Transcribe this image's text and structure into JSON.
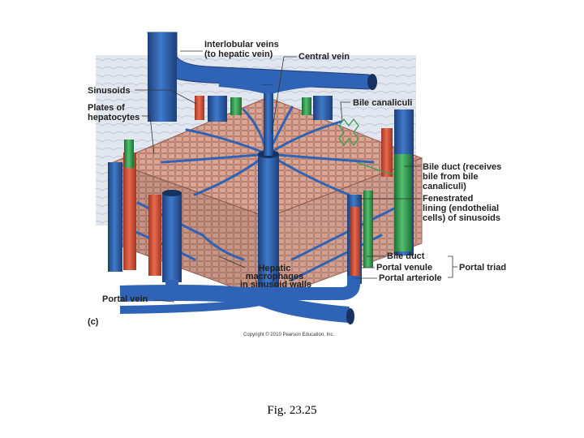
{
  "labels": {
    "interlobular_veins": [
      "Interlobular veins",
      "(to hepatic vein)"
    ],
    "central_vein": "Central vein",
    "sinusoids": "Sinusoids",
    "plates": [
      "Plates of",
      "hepatocytes"
    ],
    "bile_canaliculi": "Bile canaliculi",
    "bile_duct_receives": [
      "Bile duct (receives",
      "bile from bile",
      "canaliculi)"
    ],
    "fenestrated": [
      "Fenestrated",
      "lining (endothelial",
      "cells) of sinusoids"
    ],
    "bile_duct": "Bile duct",
    "portal_venule": "Portal venule",
    "portal_arteriole": "Portal arteriole",
    "portal_triad": "Portal triad",
    "hepatic_macrophages": [
      "Hepatic",
      "macrophages",
      "in sinusoid walls"
    ],
    "portal_vein": "Portal vein",
    "panel": "(c)",
    "copyright": "Copyright © 2010 Pearson Education, Inc."
  },
  "caption": "Fig. 23.25",
  "colors": {
    "vein": "#2f63b5",
    "vein_dark": "#1d3f7a",
    "artery": "#d9553a",
    "bile": "#3aa055",
    "tissue": "#c98f7e",
    "tissue_light": "#e7c2b4",
    "background_lobules": "#cdd3e2"
  }
}
